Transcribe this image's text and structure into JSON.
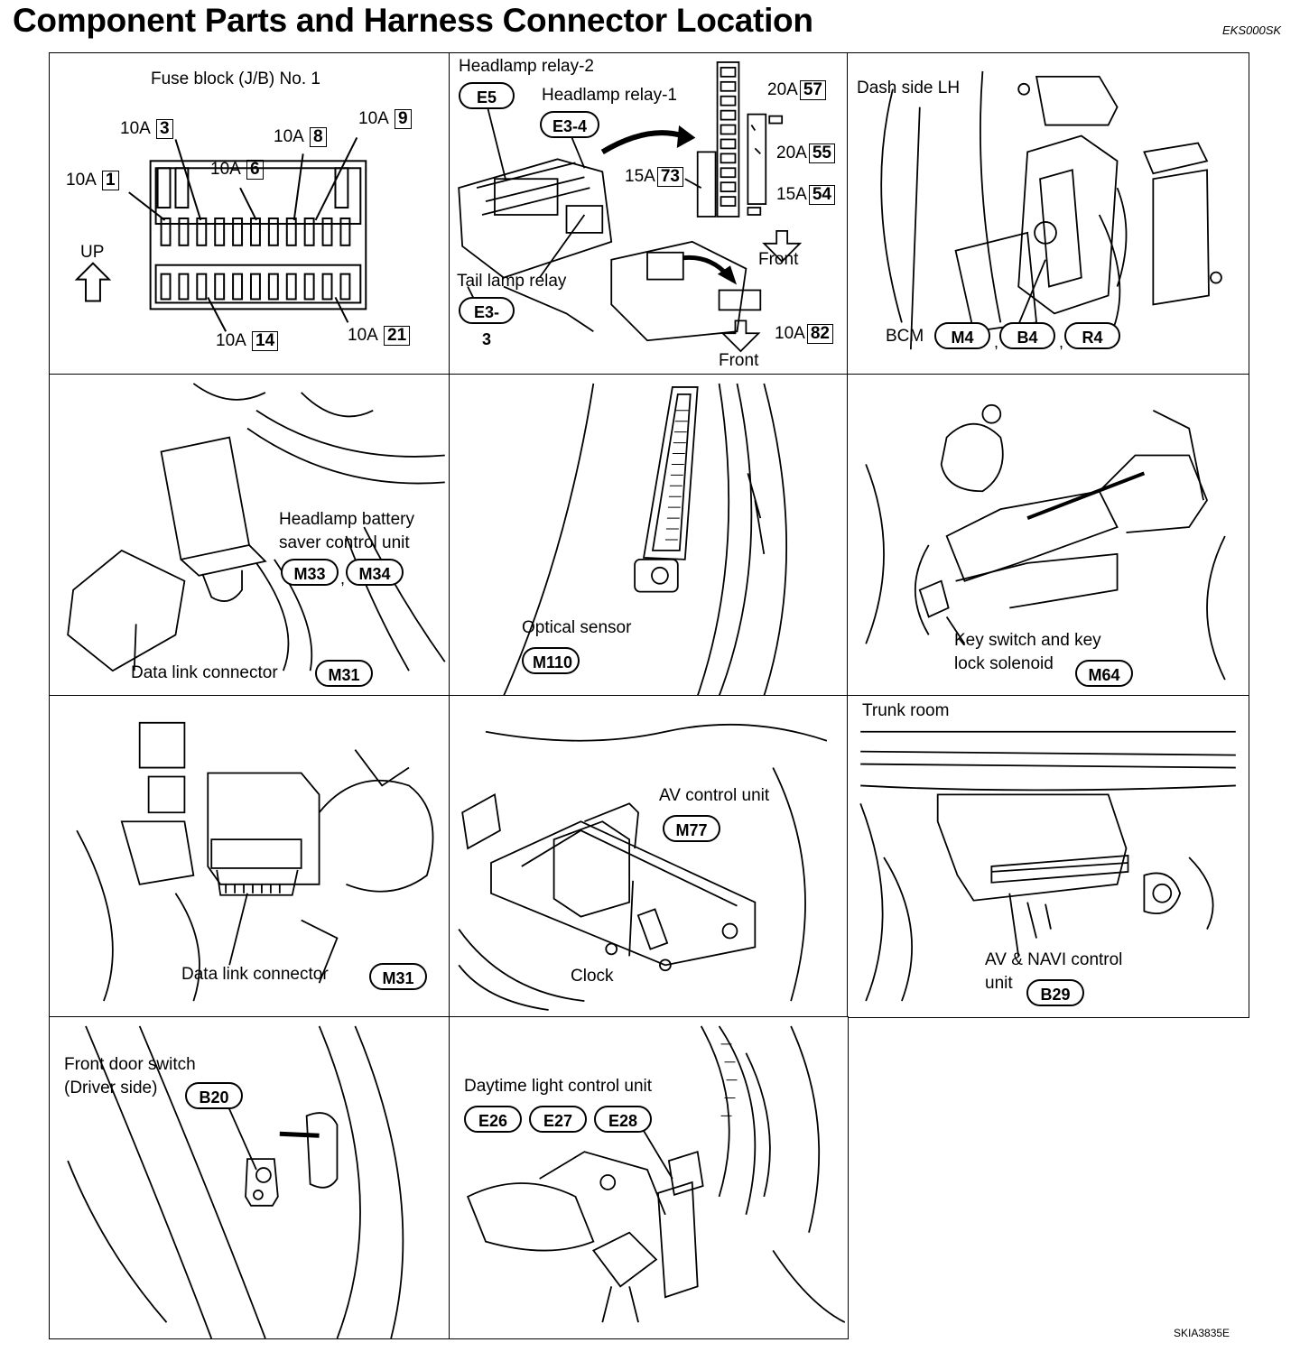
{
  "page": {
    "title": "Component Parts and Harness Connector Location",
    "code_top": "EKS000SK",
    "code_bottom": "SKIA3835E"
  },
  "panels": {
    "fuse": {
      "title": "Fuse block (J/B) No. 1",
      "up": "UP",
      "fuses": [
        {
          "amp": "10A",
          "num": "1"
        },
        {
          "amp": "10A",
          "num": "3"
        },
        {
          "amp": "10A",
          "num": "6"
        },
        {
          "amp": "10A",
          "num": "8"
        },
        {
          "amp": "10A",
          "num": "9"
        },
        {
          "amp": "10A",
          "num": "14"
        },
        {
          "amp": "10A",
          "num": "21"
        }
      ]
    },
    "relay": {
      "headlamp_relay_2": "Headlamp relay-2",
      "conn_e5": "E5",
      "headlamp_relay_1": "Headlamp relay-1",
      "conn_e34": "E3-4",
      "tail_lamp_relay": "Tail lamp relay",
      "conn_e33": "E3-3",
      "fuses": [
        {
          "amp": "20A",
          "num": "57"
        },
        {
          "amp": "20A",
          "num": "55"
        },
        {
          "amp": "15A",
          "num": "73"
        },
        {
          "amp": "15A",
          "num": "54"
        },
        {
          "amp": "10A",
          "num": "82"
        }
      ],
      "front_1": "Front",
      "front_2": "Front"
    },
    "bcm": {
      "title": "Dash side LH",
      "label": "BCM",
      "conns": [
        "M4",
        "B4",
        "R4"
      ]
    },
    "saver": {
      "label_1": "Headlamp battery",
      "label_2": "saver control unit",
      "conns": [
        "M33",
        "M34"
      ],
      "dlc_label": "Data link connector",
      "dlc_conn": "M31"
    },
    "optical": {
      "label": "Optical sensor",
      "conn": "M110"
    },
    "key": {
      "label_1": "Key switch and key",
      "label_2": "lock solenoid",
      "conn": "M64"
    },
    "dlc": {
      "label": "Data link connector",
      "conn": "M31"
    },
    "av": {
      "label": "AV control unit",
      "conn": "M77",
      "clock": "Clock"
    },
    "trunk": {
      "title": "Trunk room",
      "label_1": "AV & NAVI control",
      "label_2": "unit",
      "conn": "B29"
    },
    "door": {
      "label_1": "Front door switch",
      "label_2": "(Driver side)",
      "conn": "B20"
    },
    "daytime": {
      "label": "Daytime light control unit",
      "conns": [
        "E26",
        "E27",
        "E28"
      ]
    }
  }
}
